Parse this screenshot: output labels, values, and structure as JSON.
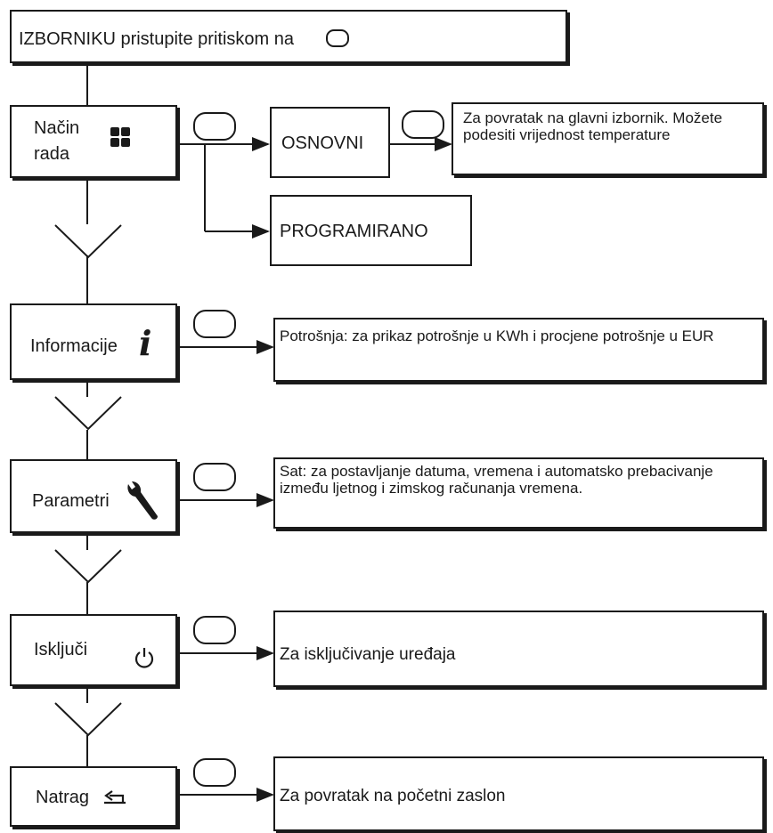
{
  "header": {
    "text": "IZBORNIKU pristupite pritiskom na",
    "button_icon": "oval-button-icon"
  },
  "menu": {
    "mode": {
      "label_line1": "Način",
      "label_line2": "rada",
      "icon": "four-squares-icon"
    },
    "info": {
      "label": "Informacije",
      "icon": "info-italic-i-icon"
    },
    "params": {
      "label": "Parametri",
      "icon": "wrench-icon"
    },
    "off": {
      "label": "Isključi",
      "icon": "power-icon"
    },
    "back": {
      "label": "Natrag",
      "icon": "return-arrow-icon"
    }
  },
  "submenu": {
    "basic": "OSNOVNI",
    "programmed": "PROGRAMIRANO"
  },
  "descriptions": {
    "basic": "Za povratak na glavni izbornik. Možete podesiti vrijednost temperature",
    "info": "Potrošnja: za prikaz potrošnje u KWh i procjene potrošnje u EUR",
    "params": "Sat: za postavljanje datuma, vremena i automatsko prebacivanje između ljetnog i zimskog računanja vremena.",
    "off": "Za isključivanje uređaja",
    "back": "Za povratak na početni zaslon"
  }
}
